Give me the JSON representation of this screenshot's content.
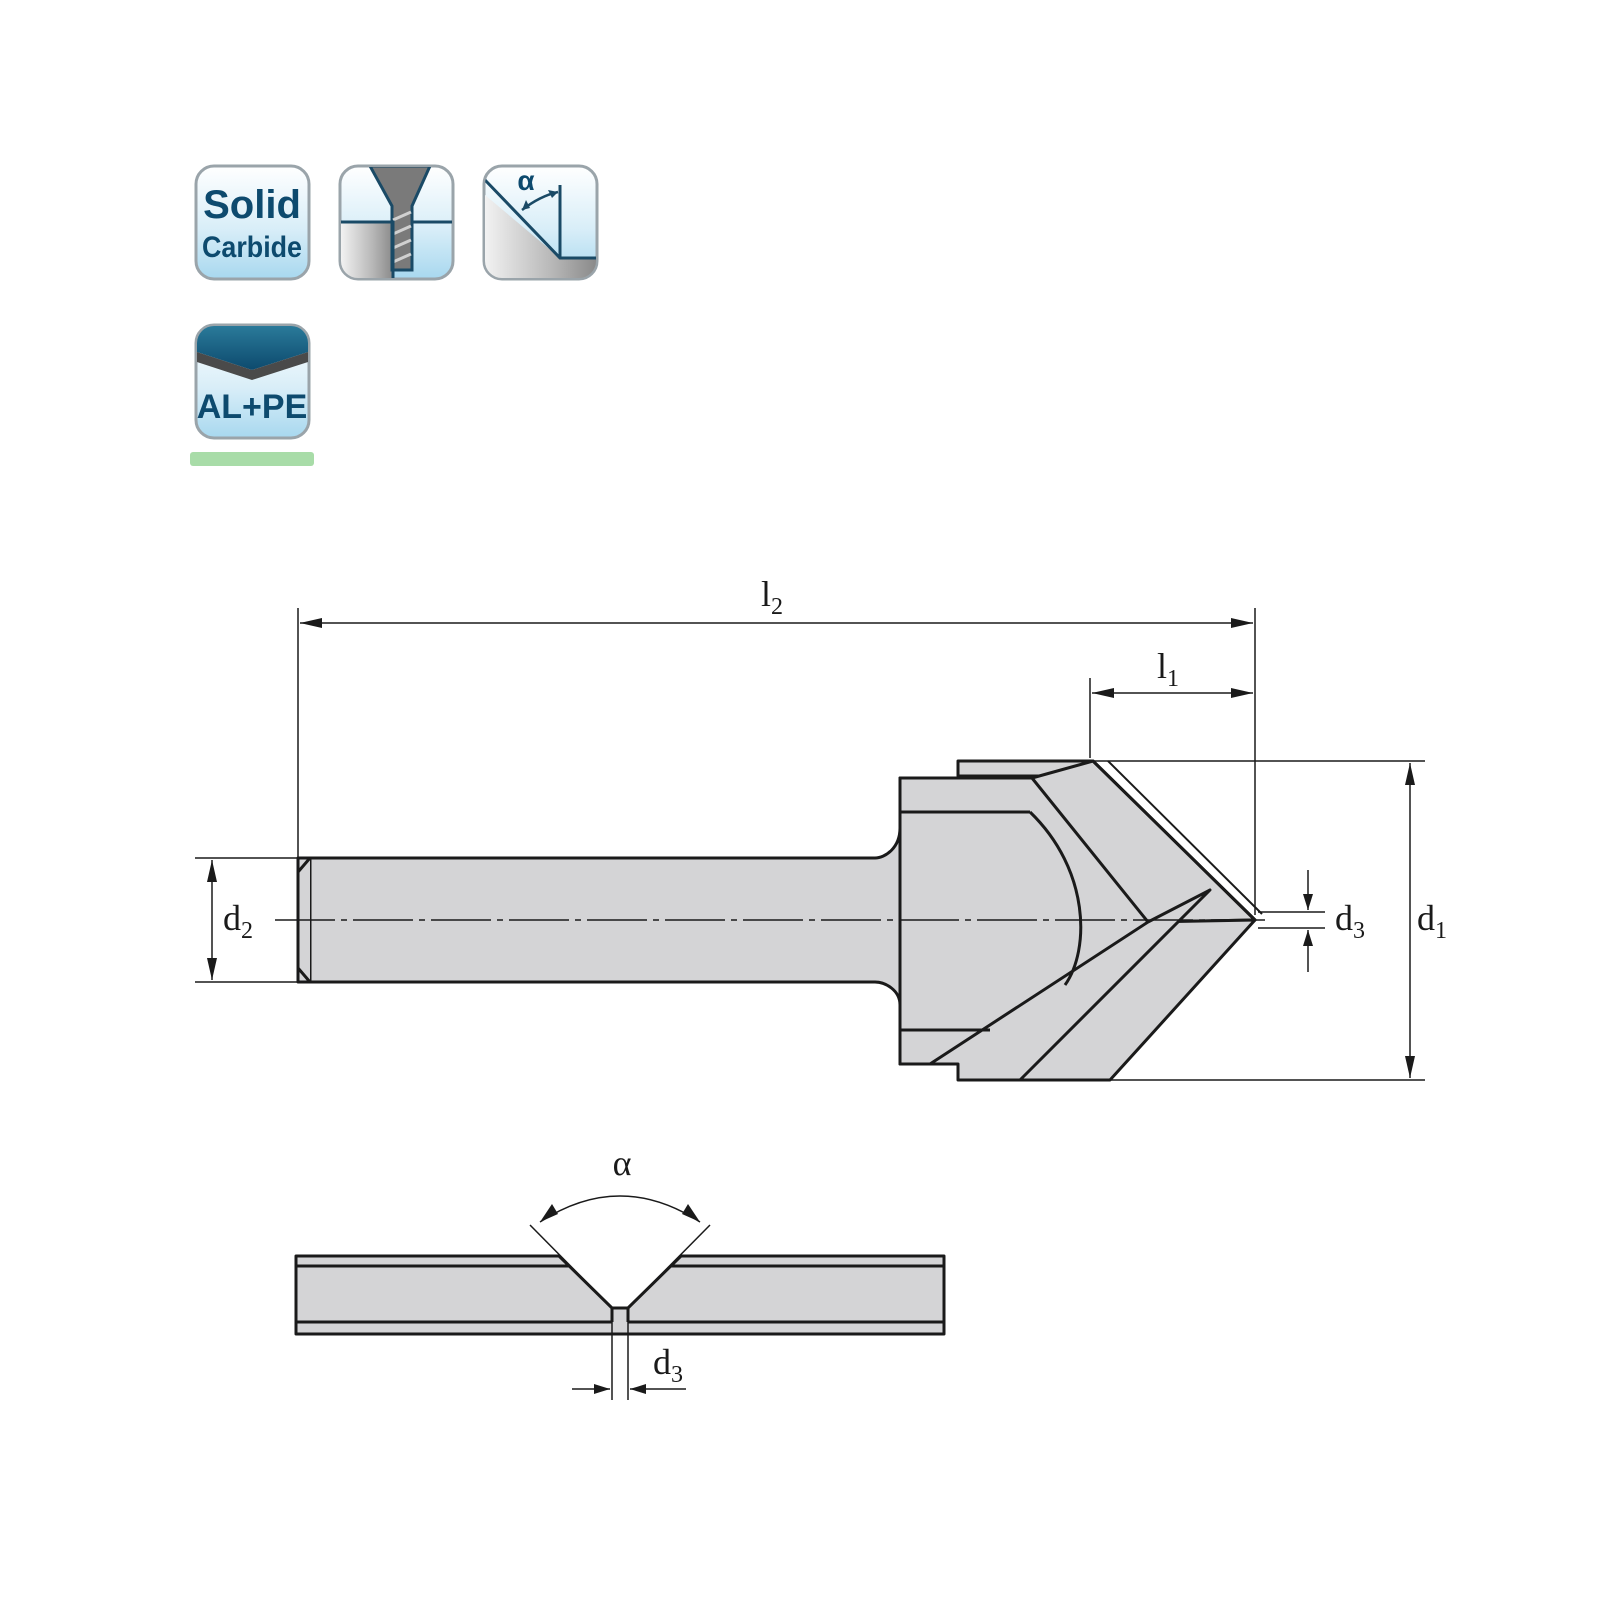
{
  "icons": {
    "solid_carbide": {
      "line1": "Solid",
      "line2": "Carbide"
    },
    "countersink": {
      "icon": "countersink-hole-icon"
    },
    "angle": {
      "label": "α",
      "icon": "chamfer-angle-icon"
    },
    "material": {
      "label": "AL+PE",
      "icon": "composite-panel-icon"
    }
  },
  "dimensions": {
    "l2": {
      "main": "l",
      "sub": "2"
    },
    "l1": {
      "main": "l",
      "sub": "1"
    },
    "d1": {
      "main": "d",
      "sub": "1"
    },
    "d2": {
      "main": "d",
      "sub": "2"
    },
    "d3": {
      "main": "d",
      "sub": "3"
    },
    "d3_panel": {
      "main": "d",
      "sub": "3"
    },
    "alpha": "α"
  },
  "colors": {
    "icon_bg_top": "#ffffff",
    "icon_bg_bottom": "#a8d8ef",
    "icon_text": "#0d4a6e",
    "tool_fill": "#d4d4d6",
    "outline": "#1a1a1a",
    "accent_bar": "#a8dca8",
    "panel_top": "#0f5a7a"
  }
}
